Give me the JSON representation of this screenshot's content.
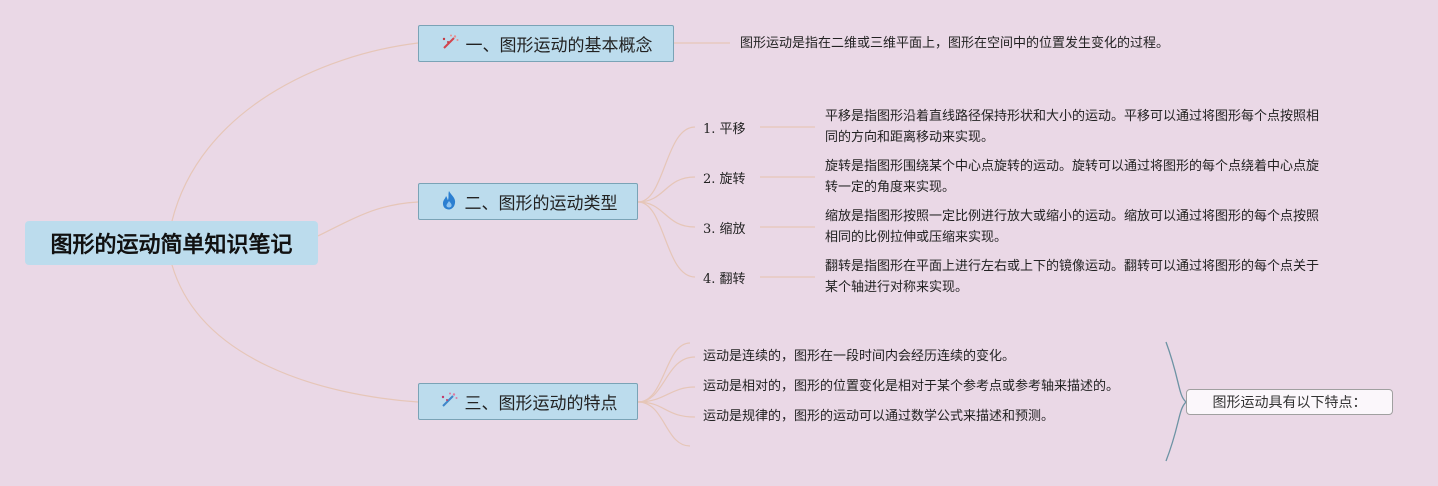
{
  "root": {
    "title": "图形的运动简单知识笔记"
  },
  "topics": [
    {
      "label": "一、图形运动的基本概念",
      "icon": "magic-wand-icon",
      "text": "图形运动是指在二维或三维平面上，图形在空间中的位置发生变化的过程。"
    },
    {
      "label": "二、图形的运动类型",
      "icon": "fire-icon",
      "items": [
        {
          "label": "1. 平移",
          "text": "平移是指图形沿着直线路径保持形状和大小的运动。平移可以通过将图形每个点按照相同的方向和距离移动来实现。"
        },
        {
          "label": "2. 旋转",
          "text": "旋转是指图形围绕某个中心点旋转的运动。旋转可以通过将图形的每个点绕着中心点旋转一定的角度来实现。"
        },
        {
          "label": "3. 缩放",
          "text": "缩放是指图形按照一定比例进行放大或缩小的运动。缩放可以通过将图形的每个点按照相同的比例拉伸或压缩来实现。"
        },
        {
          "label": "4. 翻转",
          "text": "翻转是指图形在平面上进行左右或上下的镜像运动。翻转可以通过将图形的每个点关于某个轴进行对称来实现。"
        }
      ]
    },
    {
      "label": "三、图形运动的特点",
      "icon": "magic-wand-icon",
      "items": [
        {
          "text": "运动是连续的，图形在一段时间内会经历连续的变化。"
        },
        {
          "text": "运动是相对的，图形的位置变化是相对于某个参考点或参考轴来描述的。"
        },
        {
          "text": "运动是规律的，图形的运动可以通过数学公式来描述和预测。"
        }
      ],
      "summary": "图形运动具有以下特点："
    }
  ],
  "colors": {
    "background": "#ead8e6",
    "node_fill": "#bcdced",
    "node_border": "#7aa3b6",
    "link": "#e6c6b8",
    "brace": "#6d93a4"
  }
}
